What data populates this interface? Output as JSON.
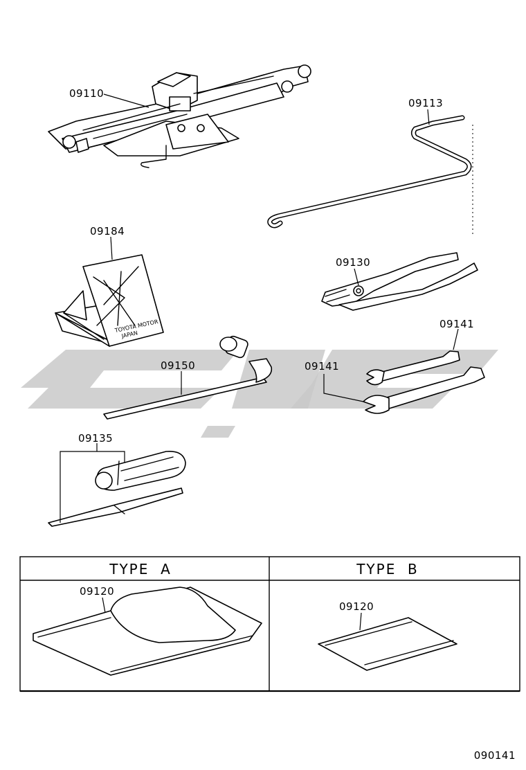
{
  "parts": [
    {
      "id": "jack",
      "number": "09110"
    },
    {
      "id": "jack-handle-bar",
      "number": "09113"
    },
    {
      "id": "wheel-chock",
      "number": "09184"
    },
    {
      "id": "pliers",
      "number": "09130"
    },
    {
      "id": "wrench-upper",
      "number": "09141"
    },
    {
      "id": "wrench-lower",
      "number": "09141"
    },
    {
      "id": "jack-handle-wrench",
      "number": "09150"
    },
    {
      "id": "screwdriver",
      "number": "09135"
    }
  ],
  "chock_text": [
    "TOYOTA MOTOR",
    "JAPAN"
  ],
  "type_table": {
    "type_a": {
      "header": "TYPE  A",
      "part_number": "09120"
    },
    "type_b": {
      "header": "TYPE  B",
      "part_number": "09120"
    }
  },
  "figure_code": "090141"
}
